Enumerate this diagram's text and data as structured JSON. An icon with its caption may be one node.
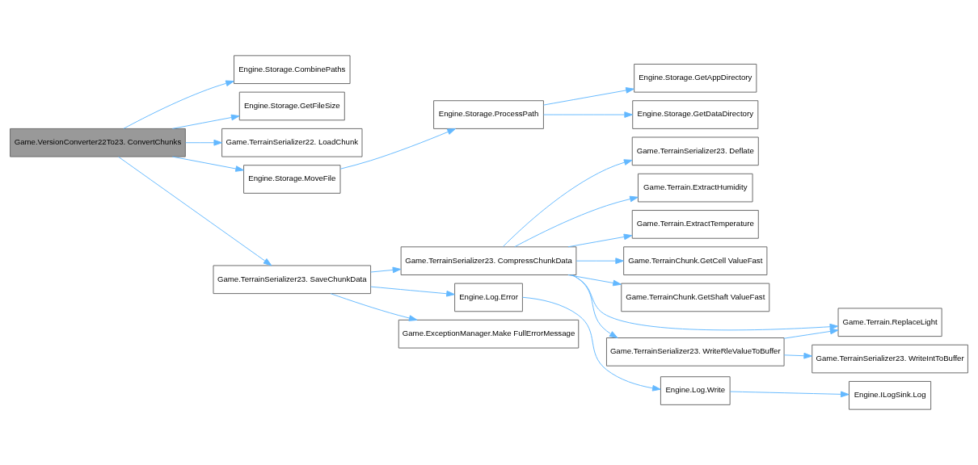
{
  "diagram": {
    "nodes": [
      {
        "text": [
          "Game.VersionConverter22To23. ConvertChunks"
        ]
      },
      {
        "text": [
          "Engine.Storage.CombinePaths"
        ]
      },
      {
        "text": [
          "Engine.Storage.GetFileSize"
        ]
      },
      {
        "text": [
          "Game.TerrainSerializer22. LoadChunk"
        ]
      },
      {
        "text": [
          "Engine.Storage.MoveFile"
        ]
      },
      {
        "text": [
          "Game.TerrainSerializer23. SaveChunkData"
        ]
      },
      {
        "text": [
          "Engine.Storage.ProcessPath"
        ]
      },
      {
        "text": [
          "Engine.Storage.GetAppDirectory"
        ]
      },
      {
        "text": [
          "Engine.Storage.GetDataDirectory"
        ]
      },
      {
        "text": [
          "Game.TerrainSerializer23. CompressChunkData"
        ]
      },
      {
        "text": [
          "Engine.Log.Error"
        ]
      },
      {
        "text": [
          "Game.ExceptionManager.Make FullErrorMessage"
        ]
      },
      {
        "text": [
          "Game.TerrainSerializer23. Deflate"
        ]
      },
      {
        "text": [
          "Game.Terrain.ExtractHumidity"
        ]
      },
      {
        "text": [
          "Game.Terrain.ExtractTemperature"
        ]
      },
      {
        "text": [
          "Game.TerrainChunk.GetCell ValueFast"
        ]
      },
      {
        "text": [
          "Game.TerrainChunk.GetShaft ValueFast"
        ]
      },
      {
        "text": [
          "Game.Terrain.ReplaceLight"
        ]
      },
      {
        "text": [
          "Game.TerrainSerializer23. WriteRleValueToBuffer"
        ]
      },
      {
        "text": [
          "Game.TerrainSerializer23. WriteIntToBuffer"
        ]
      },
      {
        "text": [
          "Engine.Log.Write"
        ]
      },
      {
        "text": [
          "Engine.ILogSink.Log"
        ]
      }
    ],
    "edges": [
      {
        "from": 0,
        "to": 1,
        "arrow": "to"
      },
      {
        "from": 0,
        "to": 2,
        "arrow": "to"
      },
      {
        "from": 0,
        "to": 3,
        "arrow": "to"
      },
      {
        "from": 0,
        "to": 4,
        "arrow": "to"
      },
      {
        "from": 0,
        "to": 5,
        "arrow": "to"
      },
      {
        "from": 4,
        "to": 6,
        "arrow": "to"
      },
      {
        "from": 6,
        "to": 7,
        "arrow": "to"
      },
      {
        "from": 6,
        "to": 8,
        "arrow": "to"
      },
      {
        "from": 5,
        "to": 9,
        "arrow": "to"
      },
      {
        "from": 5,
        "to": 10,
        "arrow": "to"
      },
      {
        "from": 5,
        "to": 11,
        "arrow": "to"
      },
      {
        "from": 9,
        "to": 12,
        "arrow": "to"
      },
      {
        "from": 9,
        "to": 13,
        "arrow": "to"
      },
      {
        "from": 9,
        "to": 14,
        "arrow": "to"
      },
      {
        "from": 9,
        "to": 15,
        "arrow": "to"
      },
      {
        "from": 9,
        "to": 16,
        "arrow": "to"
      },
      {
        "from": 9,
        "to": 17,
        "arrow": "to"
      },
      {
        "from": 9,
        "to": 18,
        "arrow": "to"
      },
      {
        "from": 18,
        "to": 17,
        "arrow": "to"
      },
      {
        "from": 18,
        "to": 19,
        "arrow": "to"
      },
      {
        "from": 10,
        "to": 20,
        "arrow": "to"
      },
      {
        "from": 20,
        "to": 21,
        "arrow": "to"
      }
    ]
  }
}
